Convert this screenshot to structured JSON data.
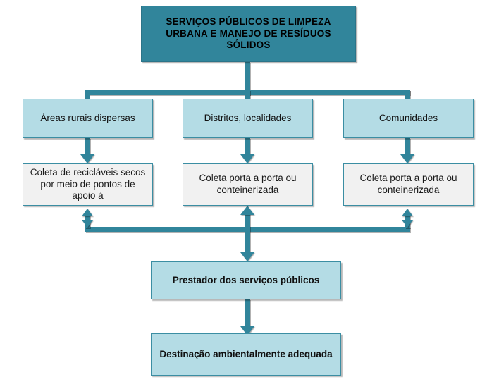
{
  "diagram": {
    "title": "SERVIÇOS PÚBLICOS DE LIMPEZA URBANA E MANEJO DE RESÍDUOS SÓLIDOS",
    "language": "pt-BR",
    "type": "flowchart",
    "colors": {
      "header_fill": "#31859b",
      "light_fill": "#b4dce5",
      "gray_fill": "#f1f1f1",
      "border": "#3b8ea3",
      "connector": "#31859b",
      "background": "#ffffff"
    }
  },
  "nodes": {
    "root": {
      "label": "SERVIÇOS PÚBLICOS DE LIMPEZA URBANA E MANEJO DE RESÍDUOS SÓLIDOS",
      "style": "dark"
    },
    "territory": [
      {
        "label": "Áreas rurais dispersas",
        "style": "lightblue"
      },
      {
        "label": "Distritos, localidades",
        "style": "lightblue"
      },
      {
        "label": "Comunidades",
        "style": "lightblue"
      }
    ],
    "collection": [
      {
        "label": "Coleta de recicláveis secos por meio de pontos de apoio à",
        "style": "gray"
      },
      {
        "label": "Coleta porta a porta ou conteinerizada",
        "style": "gray"
      },
      {
        "label": "Coleta porta a porta ou conteinerizada",
        "style": "gray"
      }
    ],
    "provider": {
      "label": "Prestador dos serviços públicos",
      "style": "lightblue-bold"
    },
    "destination": {
      "label": "Destinação ambientalmente adequada",
      "style": "lightblue-bold"
    }
  },
  "edges": [
    {
      "from": "root",
      "to": "territory.0",
      "kind": "arrow-down"
    },
    {
      "from": "root",
      "to": "territory.1",
      "kind": "arrow-down"
    },
    {
      "from": "root",
      "to": "territory.2",
      "kind": "arrow-down"
    },
    {
      "from": "territory.0",
      "to": "collection.0",
      "kind": "arrow-down"
    },
    {
      "from": "territory.1",
      "to": "collection.1",
      "kind": "arrow-down"
    },
    {
      "from": "territory.2",
      "to": "collection.2",
      "kind": "arrow-down"
    },
    {
      "from": "collection.0",
      "to": "bus",
      "kind": "arrow-double"
    },
    {
      "from": "collection.1",
      "to": "bus",
      "kind": "arrow-double"
    },
    {
      "from": "collection.2",
      "to": "bus",
      "kind": "arrow-double"
    },
    {
      "from": "bus",
      "to": "provider",
      "kind": "arrow-down"
    },
    {
      "from": "provider",
      "to": "destination",
      "kind": "arrow-down"
    }
  ]
}
